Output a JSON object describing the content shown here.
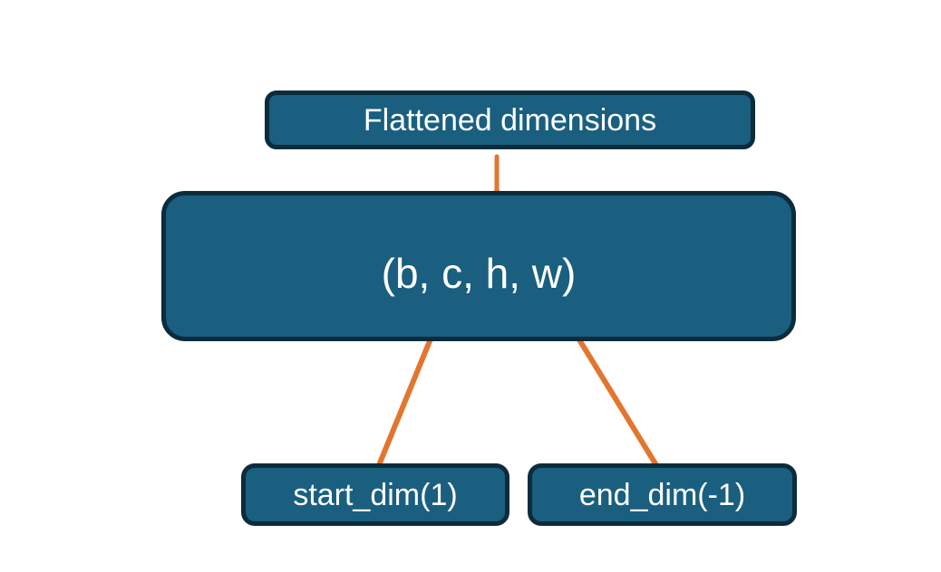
{
  "diagram": {
    "description": "Tensor flatten dimensions diagram"
  },
  "colors": {
    "background": "#FFFFFF",
    "node_fill": "#1A5F7F",
    "node_border": "#0C2C3C",
    "accent": "#E3762F",
    "text": "#FFFFFF"
  },
  "nodes": {
    "flattened": {
      "label": "Flattened dimensions"
    },
    "tensor": {
      "label": "(b, c, h, w)"
    },
    "start_dim": {
      "label": "start_dim(1)"
    },
    "end_dim": {
      "label": "end_dim(-1)"
    }
  },
  "icons": {
    "brace": "curly-brace-over-c-h-w",
    "start_arrow": "arrow-to-dim-c",
    "end_arrow": "arrow-to-dim-w"
  }
}
